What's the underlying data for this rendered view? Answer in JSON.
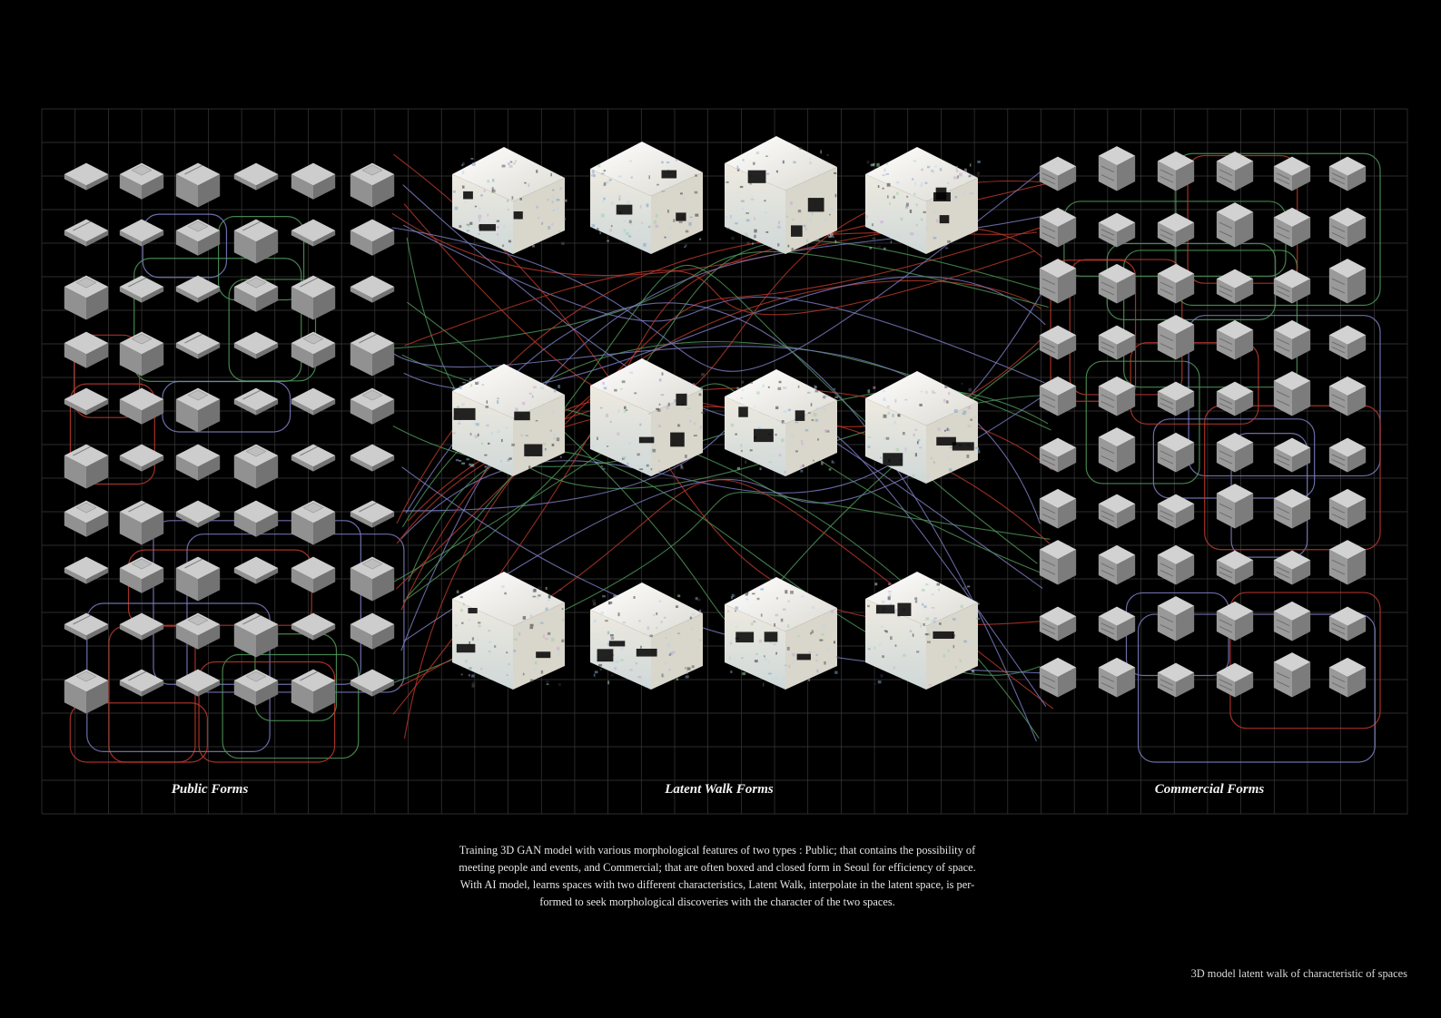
{
  "labels": {
    "public": "Public Forms",
    "latent": "Latent Walk Forms",
    "commercial": "Commercial Forms"
  },
  "description": [
    "Training 3D GAN model with various morphological features of two types : Public; that contains the possibility of",
    "meeting people and events, and Commercial; that are often boxed and closed form in Seoul for efficiency of space.",
    "With AI model, learns spaces with two different characteristics, Latent Walk, interpolate in the latent space, is per-",
    "formed to seek morphological discoveries with the character of the two spaces."
  ],
  "caption": "3D model latent walk of characteristic of spaces",
  "grid": {
    "columns": 41,
    "rows": 21
  },
  "public_forms": {
    "rows": 10,
    "cols": 6
  },
  "latent_forms": {
    "rows": 3,
    "cols": 4
  },
  "commercial_forms": {
    "rows": 10,
    "cols": 6
  },
  "colors": {
    "background": "#000000",
    "grid": "#3a3a3a",
    "curve_red": "#c0392b",
    "curve_green": "#4f9a5a",
    "curve_purple": "#7f7fc8",
    "model": "#b9b9b9",
    "latent_model": "#f1efe9"
  }
}
